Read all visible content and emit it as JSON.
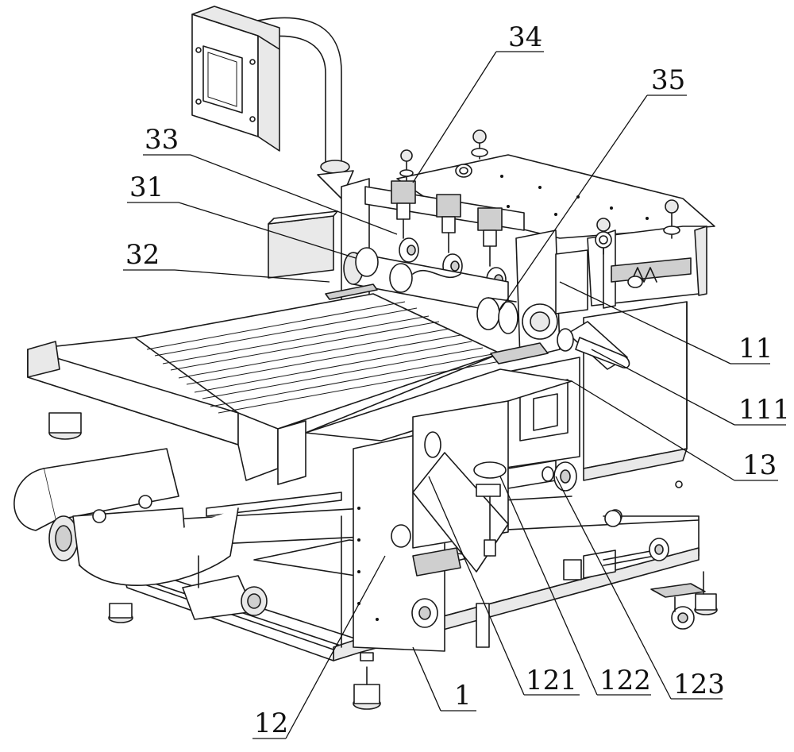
{
  "figure": {
    "labels": [
      {
        "id": "34",
        "text": "34"
      },
      {
        "id": "35",
        "text": "35"
      },
      {
        "id": "33",
        "text": "33"
      },
      {
        "id": "31",
        "text": "31"
      },
      {
        "id": "32",
        "text": "32"
      },
      {
        "id": "11",
        "text": "11"
      },
      {
        "id": "111",
        "text": "111"
      },
      {
        "id": "13",
        "text": "13"
      },
      {
        "id": "121",
        "text": "121"
      },
      {
        "id": "122",
        "text": "122"
      },
      {
        "id": "123",
        "text": "123"
      },
      {
        "id": "1",
        "text": "1"
      },
      {
        "id": "12",
        "text": "12"
      }
    ]
  }
}
